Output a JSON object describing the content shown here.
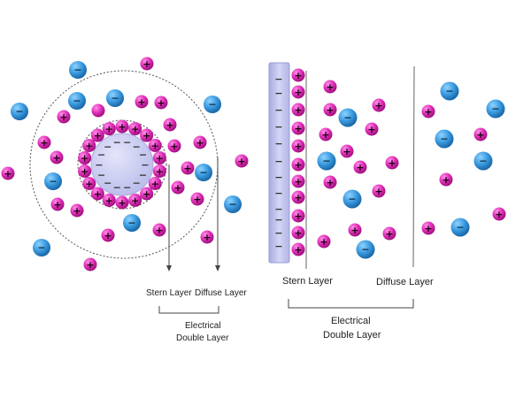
{
  "diagram": {
    "title": "Electrical Double Layer",
    "colors": {
      "cation": "#e02fb8",
      "anion": "#3b9be0",
      "surface": "#c7c8f0",
      "line": "#555555"
    },
    "symbols": {
      "cation": "+",
      "anion": "−",
      "surface_charge": "−"
    },
    "spherical_model": {
      "labels": {
        "stern": "Stern Layer",
        "diffuse": "Diffuse Layer",
        "edl_line1": "Electrical",
        "edl_line2": "Double Layer"
      }
    },
    "planar_model": {
      "labels": {
        "stern": "Stern Layer",
        "diffuse": "Diffuse Layer",
        "edl_line1": "Electrical",
        "edl_line2": "Double Layer"
      }
    }
  }
}
